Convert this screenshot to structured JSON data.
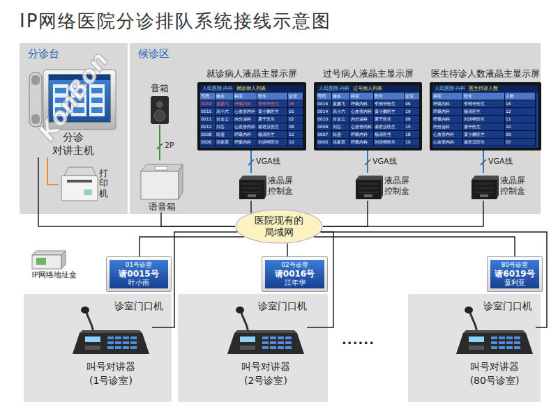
{
  "diagram": {
    "title": "IP网络医院分诊排队系统接线示意图",
    "nodes": [
      {
        "text": [
          "分诊台"
        ]
      },
      {
        "text": [
          "分诊 对讲主机"
        ],
        "in": 0
      },
      {
        "text": [
          "打印机"
        ],
        "in": 0
      },
      {
        "text": [
          "候诊区"
        ]
      },
      {
        "text": [
          "音箱"
        ],
        "in": 3
      },
      {
        "text": [
          "语音箱"
        ],
        "in": 3
      },
      {
        "text": [
          "就诊病人液晶主显示屏"
        ],
        "in": 3
      },
      {
        "text": [
          "过号病人液晶主显示屏"
        ],
        "in": 3
      },
      {
        "text": [
          "医生待诊人数液晶主显示屏"
        ],
        "in": 3
      },
      {
        "text": [
          "液晶屏 控制盒"
        ],
        "in": 3
      },
      {
        "text": [
          "液晶屏 控制盒"
        ],
        "in": 3
      },
      {
        "text": [
          "液晶屏 控制盒"
        ],
        "in": 3
      },
      {
        "text": [
          "医院现有的 局域网"
        ]
      },
      {
        "text": [
          "IP网络地址盒"
        ]
      },
      {
        "text": [
          "01号诊室",
          "请0015号",
          "叶小雨"
        ]
      },
      {
        "text": [
          "02号诊室",
          "请0016号",
          "江年华"
        ]
      },
      {
        "text": [
          "80号诊室",
          "请6019号",
          "童利亚"
        ]
      },
      {
        "text": [
          "诊室门口机"
        ]
      },
      {
        "text": [
          "叫号对讲器",
          "(1号诊室)"
        ],
        "in": 17
      },
      {
        "text": [
          "诊室门口机"
        ]
      },
      {
        "text": [
          "叫号对讲器",
          "(2号诊室)"
        ],
        "in": 19
      },
      {
        "text": [
          "诊室门口机"
        ]
      },
      {
        "text": [
          "叫号对讲器",
          "(80号诊室)"
        ],
        "in": 21
      }
    ],
    "edges": [
      {
        "from": 1,
        "to": 2,
        "arrow": "none"
      },
      {
        "from": 4,
        "to": 5,
        "label": "2P",
        "arrow": "none"
      },
      {
        "from": 6,
        "to": 9,
        "label": "VGA线",
        "arrow": "none"
      },
      {
        "from": 7,
        "to": 10,
        "label": "VGA线",
        "arrow": "none"
      },
      {
        "from": 8,
        "to": 11,
        "label": "VGA线",
        "arrow": "none"
      },
      {
        "from": 1,
        "to": 12,
        "arrow": "none"
      },
      {
        "from": 5,
        "to": 12,
        "arrow": "none"
      },
      {
        "from": 9,
        "to": 12,
        "arrow": "none"
      },
      {
        "from": 10,
        "to": 12,
        "arrow": "none"
      },
      {
        "from": 11,
        "to": 12,
        "arrow": "none"
      },
      {
        "from": 14,
        "to": 12,
        "arrow": "none"
      },
      {
        "from": 15,
        "to": 12,
        "arrow": "none"
      },
      {
        "from": 16,
        "to": 12,
        "arrow": "none"
      },
      {
        "from": 18,
        "to": 12,
        "arrow": "none"
      },
      {
        "from": 20,
        "to": 12,
        "arrow": "none"
      },
      {
        "from": 22,
        "to": 12,
        "arrow": "none"
      }
    ],
    "labels": [
      "KonBon",
      "......",
      "人民医院-内科",
      "就诊病人列表",
      "号码",
      "姓名",
      "科室",
      "医生",
      "诊室",
      "0018",
      "黄鹏飞",
      "呼吸内科",
      "李明华医生",
      "06",
      "0015",
      "高小六",
      "心血管内科",
      "黄小鹏医生",
      "05",
      "0011",
      "肖金云",
      "内分泌科",
      "唐千医生",
      "02",
      "0012",
      "刘芯",
      "心血管内科",
      "谢君汉医生",
      "08",
      "0008",
      "陆逊",
      "呼吸内科",
      "杨清医生",
      "12",
      "0006",
      "洪家辰",
      "呼吸内科",
      "刘洪明医生",
      "10",
      "人民医院-内科",
      "过号病人列表",
      "号码",
      "姓名",
      "科室",
      "医生",
      "诊室",
      "0016",
      "黄鹏飞",
      "呼吸内科",
      "李明华医生",
      "06",
      "0014",
      "高小六",
      "心血管内科",
      "黄小鹏医生",
      "19",
      "0010",
      "肖金云",
      "内分泌科",
      "唐千医生",
      "09",
      "0009",
      "刘芯",
      "心血管内科",
      "谢君汉医生",
      "15",
      "0007",
      "陆逊",
      "呼吸内科",
      "杨清医生",
      "18",
      "0005",
      "洪家辰",
      "呼吸内科",
      "刘洪明医生",
      "10",
      "人民医院-内科",
      "医生待诊人数",
      "科室",
      "医生",
      "人数",
      "呼吸内科",
      "李明华医生",
      "16",
      "呼吸内科",
      "杨清医生",
      "12",
      "呼吸内科",
      "刘洪明医生",
      "11",
      "内分泌科",
      "唐千医生",
      "10",
      "心血管内科",
      "黄小鹏医生",
      "09",
      "心血管内科",
      "谢君汉医生",
      "07"
    ]
  }
}
